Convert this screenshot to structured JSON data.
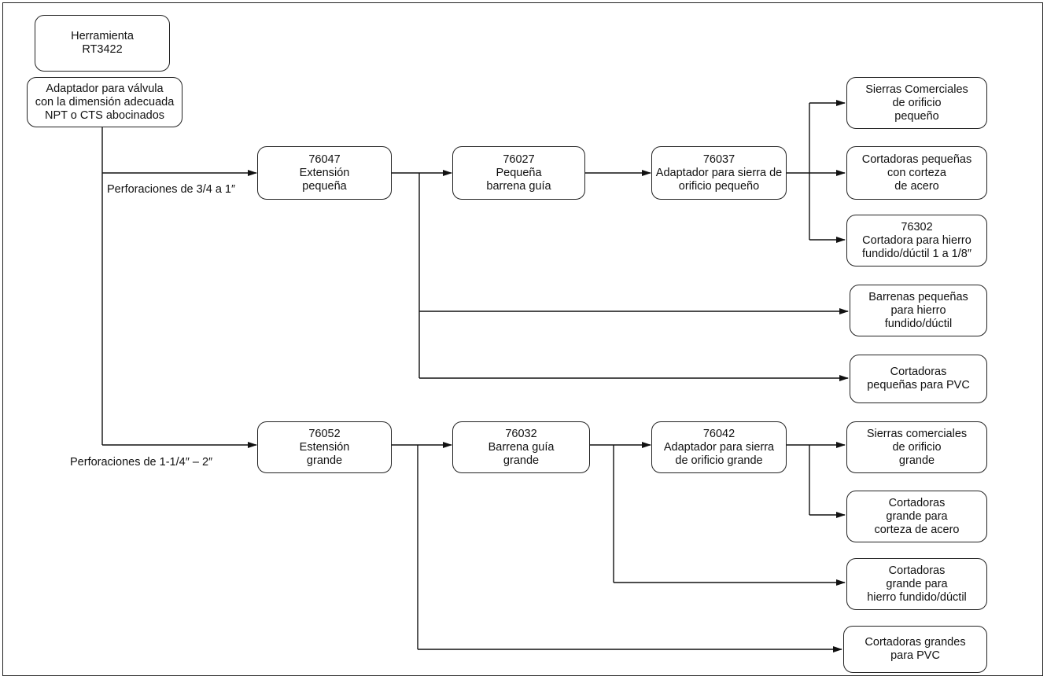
{
  "nodes": {
    "herramienta": [
      "Herramienta",
      "RT3422"
    ],
    "adaptador_valvula": [
      "Adaptador para válvula",
      "con la dimensión adecuada",
      "NPT o CTS abocinados"
    ],
    "ext_pequena": [
      "76047",
      "Extensión",
      "pequeña"
    ],
    "barrena_pequena": [
      "76027",
      "Pequeña",
      "barrena guía"
    ],
    "adapt_orificio_pequeno": [
      "76037",
      "Adaptador para sierra de",
      "orificio pequeño"
    ],
    "sierras_comerciales_pequeno": [
      "Sierras Comerciales",
      "de orificio",
      "pequeño"
    ],
    "cortadoras_pequenas_acero": [
      "Cortadoras pequeñas",
      "con corteza",
      "de acero"
    ],
    "cortadora_hierro": [
      "76302",
      "Cortadora para hierro",
      "fundido/dúctil 1 a 1/8″"
    ],
    "barrenas_pequenas_hierro": [
      "Barrenas pequeñas",
      "para hierro",
      "fundido/dúctil"
    ],
    "cortadoras_pequenas_pvc": [
      "Cortadoras",
      "pequeñas para PVC"
    ],
    "ext_grande": [
      "76052",
      "Estensión",
      "grande"
    ],
    "barrena_grande": [
      "76032",
      "Barrena guía",
      "grande"
    ],
    "adapt_orificio_grande": [
      "76042",
      "Adaptador para sierra",
      "de orificio grande"
    ],
    "sierras_comerciales_grande": [
      "Sierras comerciales",
      "de orificio",
      "grande"
    ],
    "cortadoras_grande_acero": [
      "Cortadoras",
      "grande para",
      "corteza de acero"
    ],
    "cortadoras_grande_hierro": [
      "Cortadoras",
      "grande para",
      "hierro fundido/dúctil"
    ],
    "cortadoras_grandes_pvc": [
      "Cortadoras grandes",
      "para PVC"
    ]
  },
  "labels": {
    "perf_pequena": "Perforaciones de 3/4 a 1″",
    "perf_grande": "Perforaciones de 1-1/4″ – 2″"
  }
}
